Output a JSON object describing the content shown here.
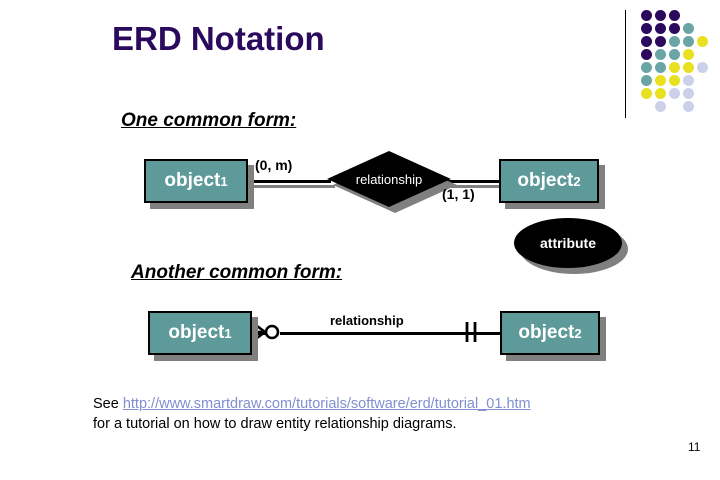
{
  "slide": {
    "title": "ERD Notation",
    "page_number": "11"
  },
  "sections": {
    "one": {
      "heading": "One common form:",
      "entity_left": {
        "name": "object",
        "subscript": "1"
      },
      "entity_right": {
        "name": "object",
        "subscript": "2"
      },
      "relationship_label": "relationship",
      "cardinality_left": "(0, m)",
      "cardinality_right": "(1, 1)",
      "attribute_label": "attribute"
    },
    "two": {
      "heading": "Another common form:",
      "entity_left": {
        "name": "object",
        "subscript": "1"
      },
      "entity_right": {
        "name": "object",
        "subscript": "2"
      },
      "relationship_label": "relationship",
      "left_notation": "crowsfoot-zero-or-many",
      "right_notation": "double-tick-exactly-one"
    }
  },
  "footer": {
    "lead": "See ",
    "link": "http://www.smartdraw.com/tutorials/software/erd/tutorial_01.htm",
    "line2": "for a tutorial on how to draw entity relationship diagrams."
  },
  "theme": {
    "title_color": "#2b0a5e",
    "entity_fill": "#5f9a9a",
    "entity_text": "#ffffff",
    "shape_fill": "#000000",
    "shadow": "#808080",
    "link_color": "#7f8fd0"
  },
  "dot_grid": {
    "colors": {
      "purple": "#2b0a5e",
      "teal": "#6aa5a5",
      "yellow": "#e8e020",
      "lavender": "#ccd0e8"
    },
    "cells": [
      {
        "c": 0,
        "r": 0,
        "color": "purple"
      },
      {
        "c": 1,
        "r": 0,
        "color": "purple"
      },
      {
        "c": 2,
        "r": 0,
        "color": "purple"
      },
      {
        "c": 0,
        "r": 1,
        "color": "purple"
      },
      {
        "c": 1,
        "r": 1,
        "color": "purple"
      },
      {
        "c": 2,
        "r": 1,
        "color": "purple"
      },
      {
        "c": 3,
        "r": 1,
        "color": "teal"
      },
      {
        "c": 0,
        "r": 2,
        "color": "purple"
      },
      {
        "c": 1,
        "r": 2,
        "color": "purple"
      },
      {
        "c": 2,
        "r": 2,
        "color": "teal"
      },
      {
        "c": 3,
        "r": 2,
        "color": "teal"
      },
      {
        "c": 4,
        "r": 2,
        "color": "yellow"
      },
      {
        "c": 0,
        "r": 3,
        "color": "purple"
      },
      {
        "c": 1,
        "r": 3,
        "color": "teal"
      },
      {
        "c": 2,
        "r": 3,
        "color": "teal"
      },
      {
        "c": 3,
        "r": 3,
        "color": "yellow"
      },
      {
        "c": 0,
        "r": 4,
        "color": "teal"
      },
      {
        "c": 1,
        "r": 4,
        "color": "teal"
      },
      {
        "c": 2,
        "r": 4,
        "color": "yellow"
      },
      {
        "c": 3,
        "r": 4,
        "color": "yellow"
      },
      {
        "c": 4,
        "r": 4,
        "color": "lavender"
      },
      {
        "c": 0,
        "r": 5,
        "color": "teal"
      },
      {
        "c": 1,
        "r": 5,
        "color": "yellow"
      },
      {
        "c": 2,
        "r": 5,
        "color": "yellow"
      },
      {
        "c": 3,
        "r": 5,
        "color": "lavender"
      },
      {
        "c": 0,
        "r": 6,
        "color": "yellow"
      },
      {
        "c": 1,
        "r": 6,
        "color": "yellow"
      },
      {
        "c": 2,
        "r": 6,
        "color": "lavender"
      },
      {
        "c": 3,
        "r": 6,
        "color": "lavender"
      },
      {
        "c": 1,
        "r": 7,
        "color": "lavender"
      },
      {
        "c": 3,
        "r": 7,
        "color": "lavender"
      }
    ]
  }
}
